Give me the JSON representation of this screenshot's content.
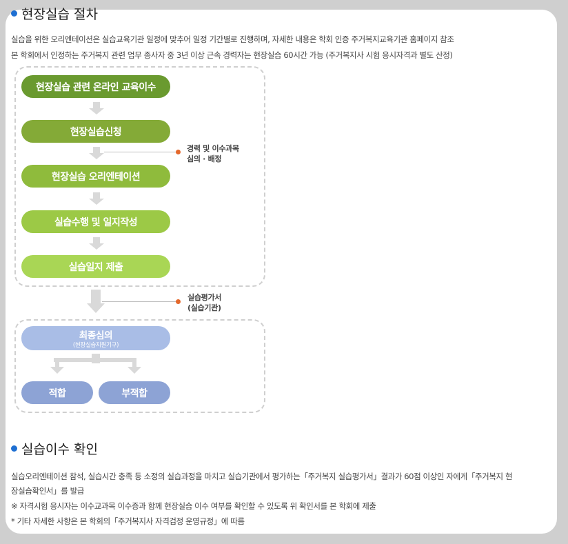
{
  "section1": {
    "title": "현장실습 절차",
    "line1": "실습을 위한 오리엔테이션은 실습교육기관 일정에 맞추어 일정 기간별로 진행하며, 자세한 내용은 학회 인증 주거복지교육기관 홈페이지 참조",
    "line2": "본 학회에서 인정하는 주거복지 관련 업무 종사자 중 3년 이상 근속 경력자는 현장실습 60시간 가능 (주거복지사 시험 응시자격과 별도 산정)"
  },
  "flow": {
    "steps": [
      "현장실습 관련 온라인 교육이수",
      "현장실습신청",
      "현장실습 오리엔테이션",
      "실습수행 및 일지작성",
      "실습일지 제출"
    ],
    "note1_line1": "경력 및 이수과목",
    "note1_line2": "심의 · 배정",
    "note2_line1": "실습평가서",
    "note2_line2": "(실습기관)",
    "final_title": "최종심의",
    "final_sub": "(현장실습지원기구)",
    "result_pass": "적합",
    "result_fail": "부적합"
  },
  "section2": {
    "title": "실습이수 확인",
    "line1": "실습오리엔테이션 참석, 실습시간 충족 등 소정의 실습과정을 마치고 실습기관에서 평가하는「주거복지 실습평가서」결과가 60점 이상인 자에게「주거복지 현",
    "line2": "장실습확인서」를 발급",
    "line3": "※ 자격시험 응시자는 이수교과목 이수증과 함께 현장실습 이수 여부를 확인할 수 있도록 위 확인서를 본 학회에 제출",
    "line4": "* 기타 자세한 사항은 본 학회의「주거복지사 자격검정 운영규정」에 따름"
  },
  "colors": {
    "step1": "#6a9a2f",
    "step2": "#84aa37",
    "step3": "#8fbb3c",
    "step4": "#9cc946",
    "step5": "#a9d655",
    "final": "#a9bde6",
    "result": "#8da3d5",
    "accent_dot": "#1e6fd2",
    "note_dot": "#e4682b"
  }
}
